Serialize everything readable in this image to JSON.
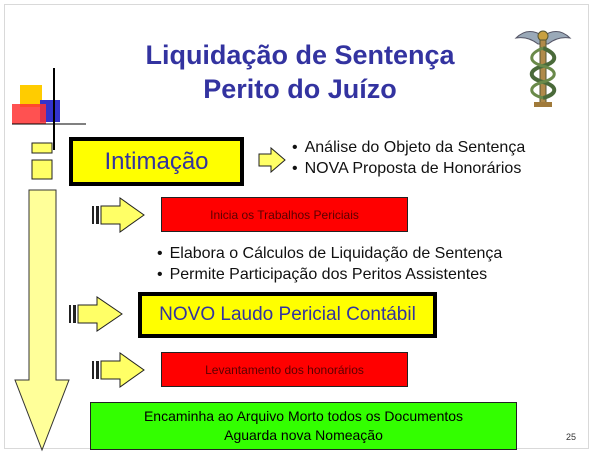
{
  "title": {
    "line1": "Liquidação de Sentença",
    "line2": "Perito do Juízo"
  },
  "intimacao": {
    "label": "Intimação",
    "bullets": [
      "Análise do Objeto da Sentença",
      "NOVA Proposta de Honorários"
    ]
  },
  "trabalhos": {
    "label": "Inicia os Trabalhos Periciais",
    "bullets": [
      "Elabora o Cálculos de Liquidação de Sentença",
      "Permite Participação dos Peritos Assistentes"
    ]
  },
  "laudo": {
    "label": "NOVO Laudo Pericial Contábil"
  },
  "levantamento": {
    "label": "Levantamento dos honorários"
  },
  "arquivo": {
    "line1": "Encaminha ao Arquivo Morto todos os Documentos",
    "line2": "Aguarda nova Nomeação"
  },
  "page_number": "25",
  "colors": {
    "title": "#3333a0",
    "yellow": "#ffff00",
    "red": "#ff0000",
    "green": "#33ff00",
    "arrow_fill": "#ffff99"
  },
  "icons": [
    "caduceus-logo",
    "corner-squares-decoration",
    "down-arrow",
    "right-arrow"
  ]
}
